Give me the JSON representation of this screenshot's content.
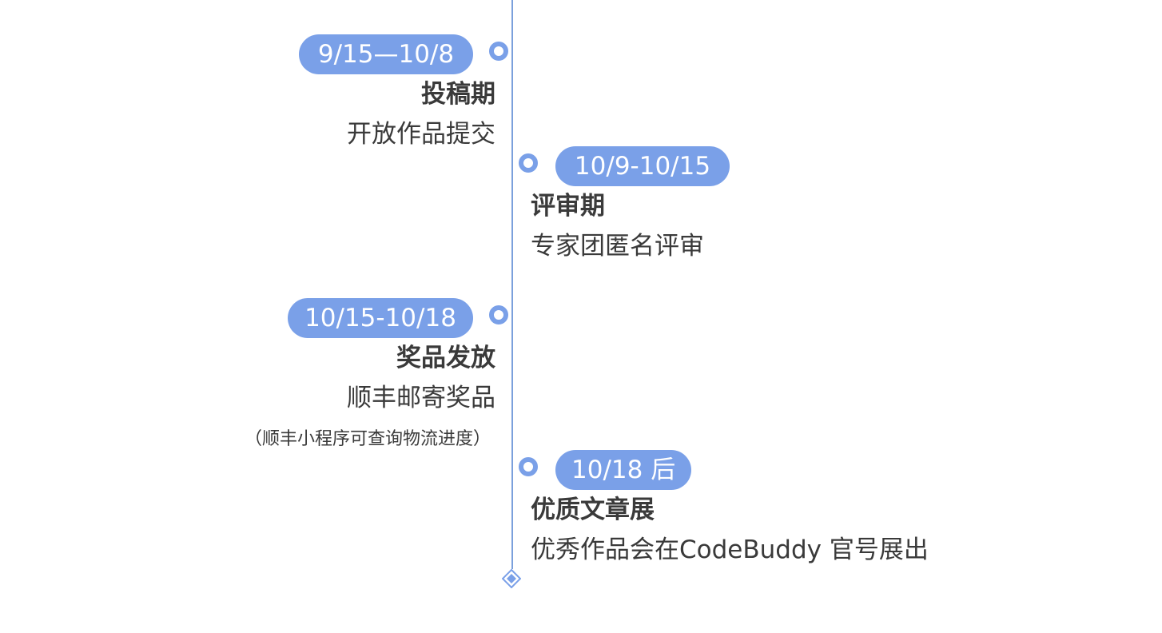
{
  "colors": {
    "axis": "#7ba0dc",
    "pill_background": "#7aa0e8",
    "pill_text": "#ffffff",
    "text": "#3a3a3a"
  },
  "timeline": {
    "events": [
      {
        "date": "9/15—10/8",
        "title": "投稿期",
        "description": "开放作品提交",
        "note": null,
        "side": "left"
      },
      {
        "date": "10/9-10/15",
        "title": "评审期",
        "description": "专家团匿名评审",
        "note": null,
        "side": "right"
      },
      {
        "date": "10/15-10/18",
        "title": "奖品发放",
        "description": "顺丰邮寄奖品",
        "note": "（顺丰小程序可查询物流进度）",
        "side": "left"
      },
      {
        "date": "10/18 后",
        "title": "优质文章展",
        "description": "优秀作品会在CodeBuddy 官号展出",
        "note": null,
        "side": "right"
      }
    ],
    "end_icon": "diamond-icon",
    "node_icon": "ring-dot-icon"
  }
}
